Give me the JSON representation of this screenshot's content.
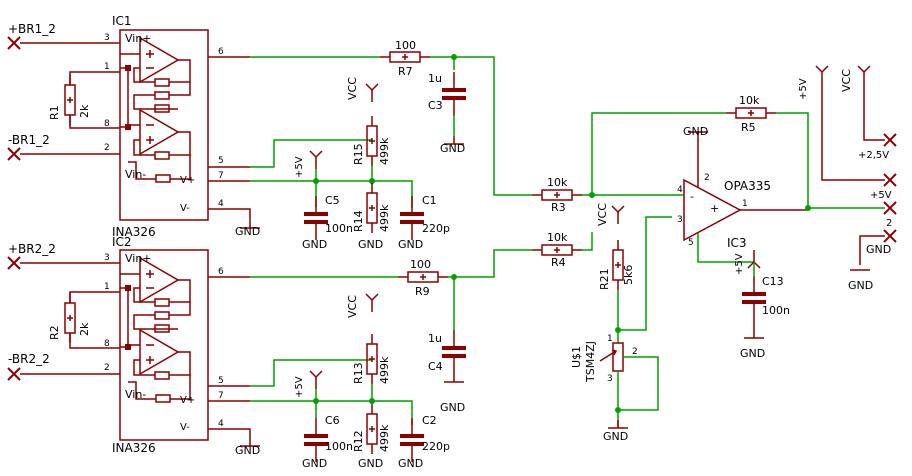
{
  "ic1": {
    "name": "IC1",
    "part": "INA326"
  },
  "ic2": {
    "name": "IC2",
    "part": "INA326"
  },
  "ic3": {
    "name": "IC3",
    "part": "OPA335"
  },
  "ina_pins": {
    "vinp": "Vin+",
    "vinm": "Vin-",
    "vp": "V+",
    "vm": "V-",
    "n1": "1",
    "n2": "2",
    "n3": "3",
    "n4": "4",
    "n5": "5",
    "n6": "6",
    "n7": "7",
    "n8": "8"
  },
  "opa_pins": {
    "n1": "1",
    "n2": "2",
    "n3": "3",
    "n4": "4",
    "n5": "5",
    "minus": "-",
    "plus": "+"
  },
  "nets": {
    "br1p": "+BR1_2",
    "br1m": "-BR1_2",
    "br2p": "+BR2_2",
    "br2m": "-BR2_2",
    "p25": "+2,5V",
    "p5": "+5V",
    "m2": "2"
  },
  "supply": {
    "vcc": "VCC",
    "p5v": "+5V",
    "gnd": "GND"
  },
  "r1": {
    "name": "R1",
    "value": "2k"
  },
  "r2": {
    "name": "R2",
    "value": "2k"
  },
  "r3": {
    "name": "R3",
    "value": "10k"
  },
  "r4": {
    "name": "R4",
    "value": "10k"
  },
  "r5": {
    "name": "R5",
    "value": "10k"
  },
  "r7": {
    "name": "R7",
    "value": "100"
  },
  "r9": {
    "name": "R9",
    "value": "100"
  },
  "r12": {
    "name": "R12",
    "value": "499k"
  },
  "r13": {
    "name": "R13",
    "value": "499k"
  },
  "r14": {
    "name": "R14",
    "value": "499k"
  },
  "r15": {
    "name": "R15",
    "value": "499k"
  },
  "r21": {
    "name": "R21",
    "value": "5k6"
  },
  "c1": {
    "name": "C1",
    "value": "220p"
  },
  "c2": {
    "name": "C2",
    "value": "220p"
  },
  "c3": {
    "name": "C3",
    "value": "1u"
  },
  "c4": {
    "name": "C4",
    "value": "1u"
  },
  "c5": {
    "name": "C5",
    "value": "100n"
  },
  "c6": {
    "name": "C6",
    "value": "100n"
  },
  "c13": {
    "name": "C13",
    "value": "100n"
  },
  "pot": {
    "name": "U$1",
    "part": "TSM4ZJ",
    "p1": "1",
    "p2": "2",
    "p3": "3"
  },
  "colors": {
    "wire": "#00a000",
    "component": "#8b0000",
    "text": "#000000",
    "background": "#ffffff"
  }
}
